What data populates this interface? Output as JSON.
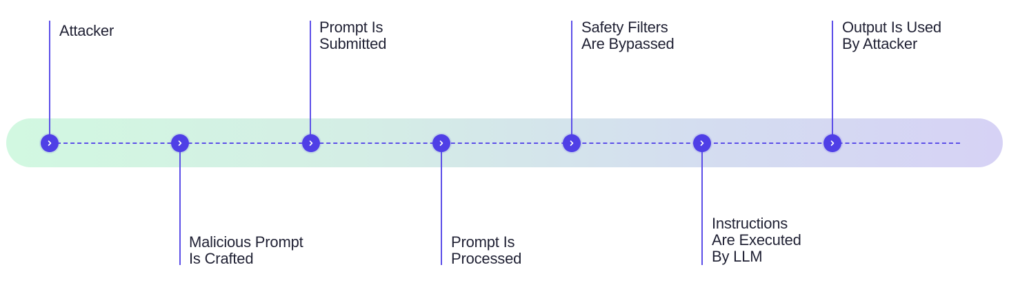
{
  "accent_color": "#4f3fe6",
  "steps": [
    {
      "label": "Attacker",
      "icon": "chevron-right-icon"
    },
    {
      "label": "Malicious Prompt\nIs Crafted",
      "icon": "chevron-right-icon"
    },
    {
      "label": "Prompt Is\nSubmitted",
      "icon": "chevron-right-icon"
    },
    {
      "label": "Prompt Is\nProcessed",
      "icon": "chevron-right-icon"
    },
    {
      "label": "Safety Filters\nAre Bypassed",
      "icon": "chevron-right-icon"
    },
    {
      "label": "Instructions\nAre Executed\nBy LLM",
      "icon": "chevron-right-icon"
    },
    {
      "label": "Output Is Used\nBy Attacker",
      "icon": "chevron-right-icon"
    }
  ]
}
